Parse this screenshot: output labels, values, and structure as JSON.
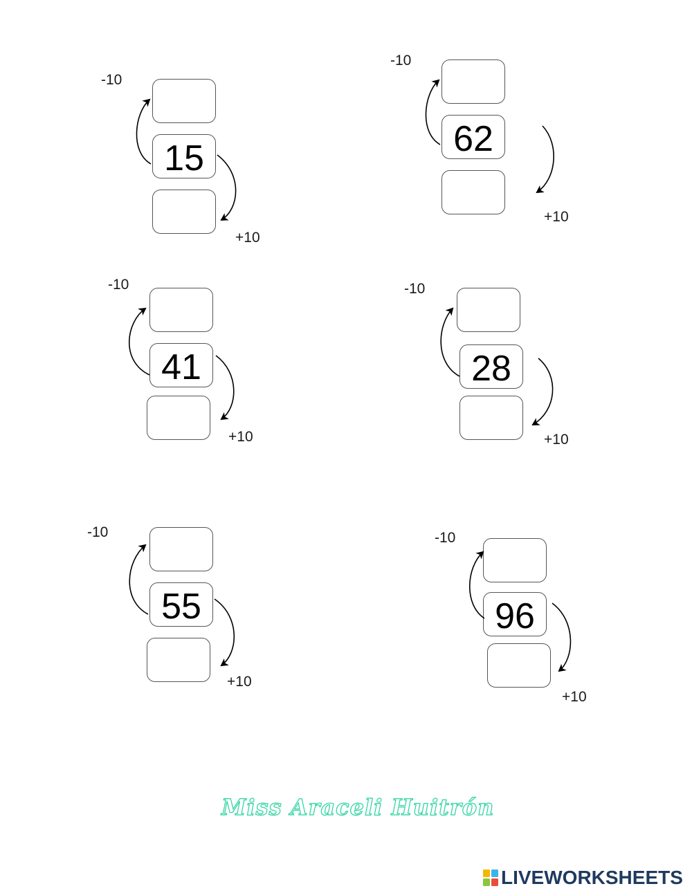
{
  "exercises": [
    {
      "minus_label": "-10",
      "number": "15",
      "plus_label": "+10"
    },
    {
      "minus_label": "-10",
      "number": "62",
      "plus_label": "+10"
    },
    {
      "minus_label": "-10",
      "number": "41",
      "plus_label": "+10"
    },
    {
      "minus_label": "-10",
      "number": "28",
      "plus_label": "+10"
    },
    {
      "minus_label": "-10",
      "number": "55",
      "plus_label": "+10"
    },
    {
      "minus_label": "-10",
      "number": "96",
      "plus_label": "+10"
    }
  ],
  "signature": "Miss Araceli Huitrón",
  "brand": "LIVEWORKSHEETS",
  "colors": {
    "signature": "#2fd4a0",
    "brand": "#1f3a5f"
  }
}
